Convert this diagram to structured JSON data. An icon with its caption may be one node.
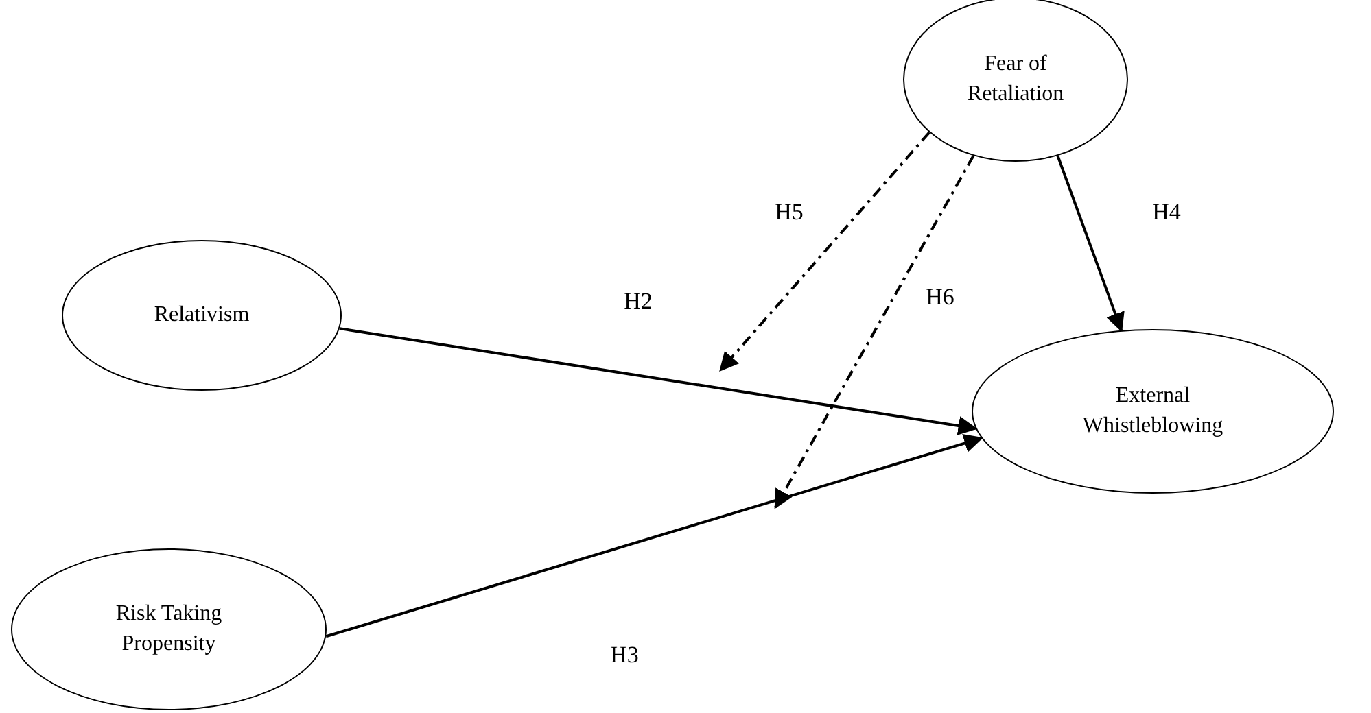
{
  "diagram": {
    "nodes": [
      {
        "text": [
          "Fear of Retaliation"
        ]
      },
      {
        "text": [
          "Relativism"
        ]
      },
      {
        "text": [
          "External Whistleblowing"
        ]
      },
      {
        "text": [
          "Risk Taking Propensity"
        ]
      }
    ],
    "edges": [
      {
        "from": 1,
        "to": 2,
        "arrow": "to",
        "label": "H2"
      },
      {
        "from": 3,
        "to": 2,
        "arrow": "to",
        "label": "H3"
      },
      {
        "from": 0,
        "to": 2,
        "arrow": "to",
        "label": "H4"
      },
      {
        "from": 0,
        "to": null,
        "arrow": "to",
        "label": "H5",
        "style": "dashed"
      },
      {
        "from": 0,
        "to": null,
        "arrow": "to",
        "label": "H6",
        "style": "dashed"
      }
    ]
  }
}
